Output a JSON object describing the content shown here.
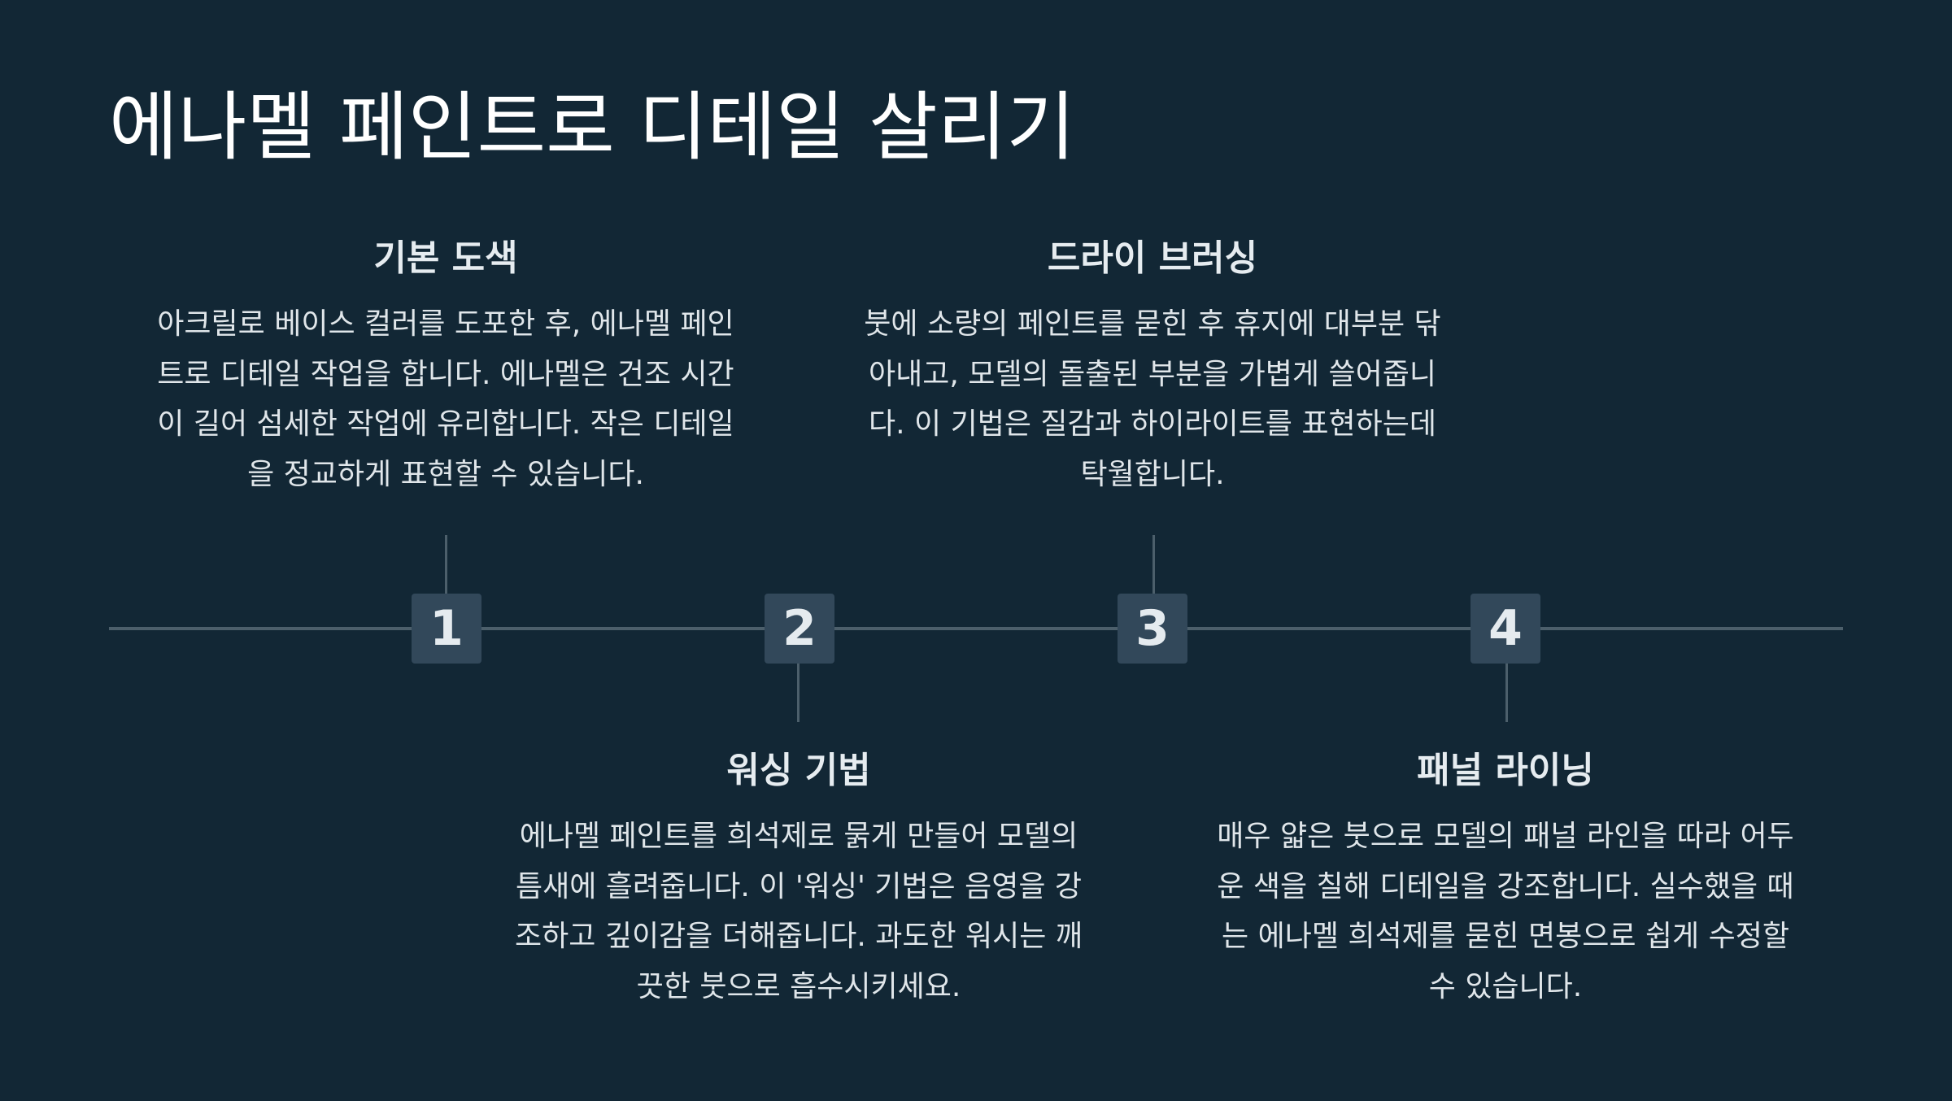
{
  "slide": {
    "title": "에나멜 페인트로 디테일 살리기"
  },
  "steps": [
    {
      "number": "1",
      "title": "기본 도색",
      "description": "아크릴로 베이스 컬러를 도포한 후, 에나멜 페인트로 디테일 작업을 합니다. 에나멜은 건조 시간이 길어 섬세한 작업에 유리합니다. 작은 디테일을 정교하게 표현할 수 있습니다."
    },
    {
      "number": "2",
      "title": "워싱 기법",
      "description": "에나멜 페인트를 희석제로 묽게 만들어 모델의 틈새에 흘려줍니다. 이 '워싱' 기법은 음영을 강조하고 깊이감을 더해줍니다. 과도한 워시는 깨끗한 붓으로 흡수시키세요."
    },
    {
      "number": "3",
      "title": "드라이 브러싱",
      "description": "붓에 소량의 페인트를 묻힌 후 휴지에 대부분 닦아내고, 모델의 돌출된 부분을 가볍게 쓸어줍니다. 이 기법은 질감과 하이라이트를 표현하는데 탁월합니다."
    },
    {
      "number": "4",
      "title": "패널 라이닝",
      "description": "매우 얇은 붓으로 모델의 패널 라인을 따라 어두운 색을 칠해 디테일을 강조합니다. 실수했을 때는 에나멜 희석제를 묻힌 면봉으로 쉽게 수정할 수 있습니다."
    }
  ],
  "colors": {
    "background": "#122735",
    "line": "#4c5f6b",
    "marker": "#32485a",
    "text": "#ffffff"
  }
}
